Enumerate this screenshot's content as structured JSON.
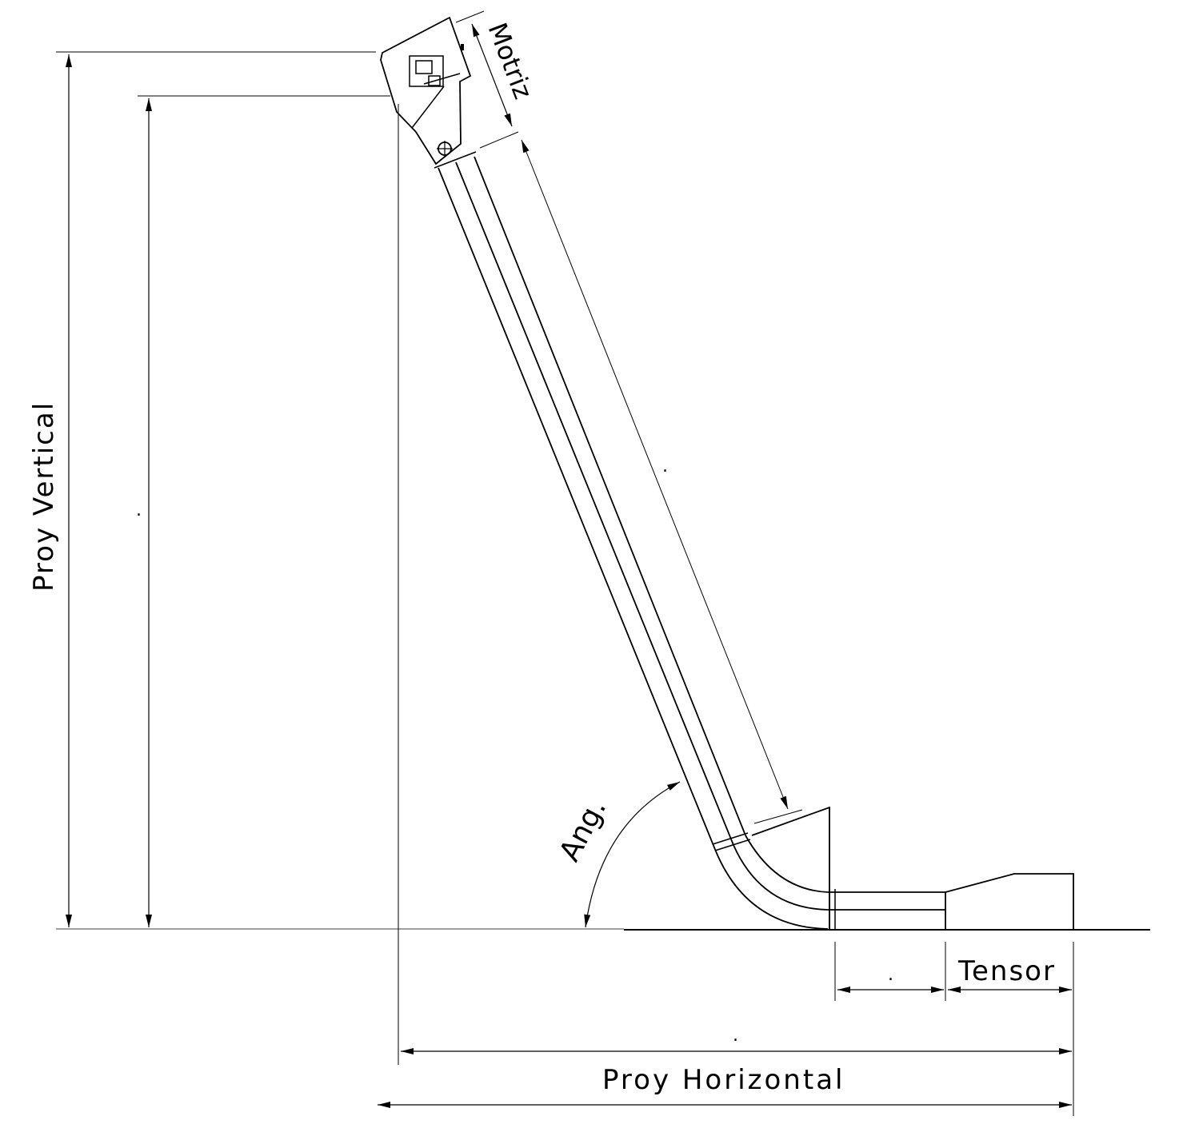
{
  "labels": {
    "proy_vertical": "Proy Vertical",
    "proy_horizontal": "Proy Horizontal",
    "motriz": "Motriz",
    "tensor": "Tensor",
    "angle": "Ang.",
    "value_vertical": ".",
    "value_inclined": ".",
    "value_horizontal_section": ".",
    "value_horizontal": "."
  },
  "colors": {
    "line": "#000000",
    "background": "#ffffff"
  }
}
